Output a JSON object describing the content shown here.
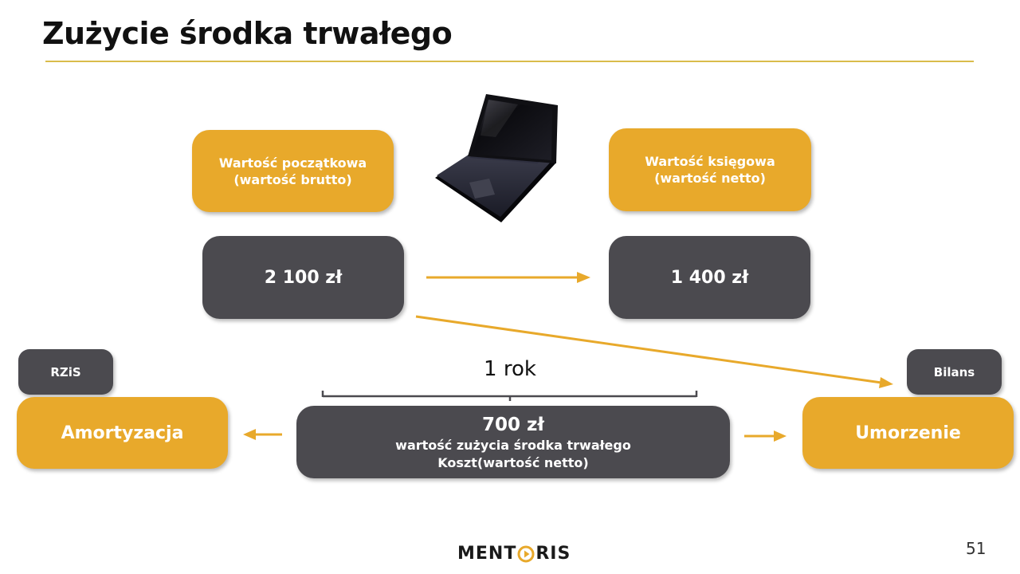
{
  "title": "Zużycie środka trwałego",
  "boxes": {
    "initial_value_label": {
      "line1": "Wartość początkowa",
      "line2": "(wartość brutto)"
    },
    "book_value_label": {
      "line1": "Wartość księgowa",
      "line2": "(wartość netto)"
    },
    "initial_value": "2 100 zł",
    "book_value": "1 400 zł",
    "rzis": "RZiS",
    "bilans": "Bilans",
    "amortyzacja": "Amortyzacja",
    "umorzenie": "Umorzenie",
    "wear": {
      "line1": "700  zł",
      "line2": "wartość zużycia środka trwałego",
      "line3": "Koszt(wartość netto)"
    }
  },
  "period": "1 rok",
  "logo": {
    "before": "MENT",
    "after": "RIS"
  },
  "page_number": "51",
  "colors": {
    "accent": "#e8a92b",
    "dark": "#4b4a4f",
    "rule": "#d9bc4b"
  },
  "icons": {
    "laptop": "laptop-icon",
    "logo_play": "play-icon"
  }
}
